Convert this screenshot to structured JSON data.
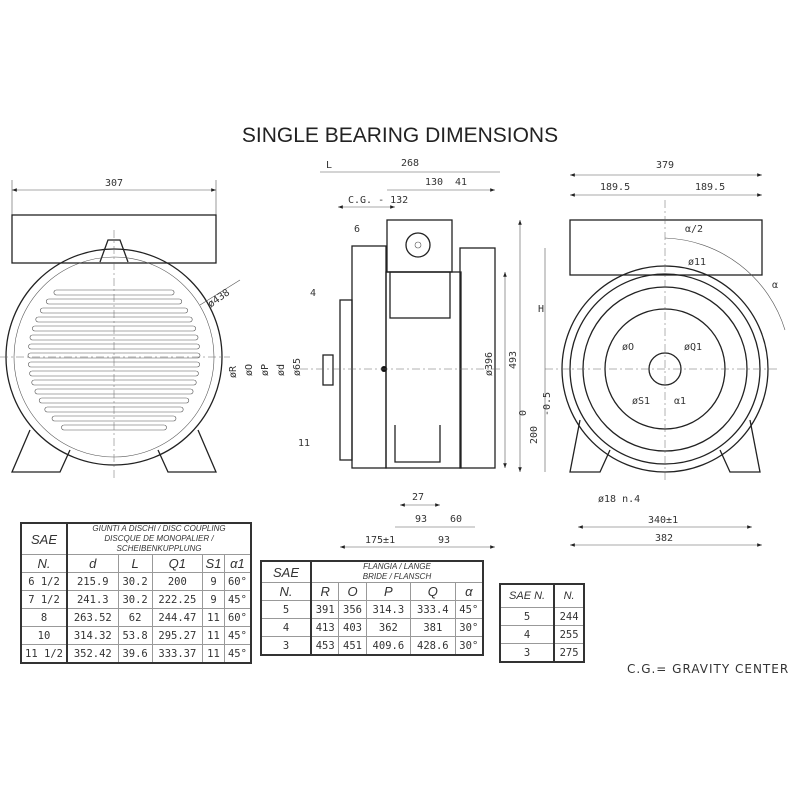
{
  "title": "SINGLE BEARING DIMENSIONS",
  "front_view": {
    "width": "307",
    "hole": "ø438",
    "labels": [
      "øR",
      "øO",
      "øP",
      "ød",
      "ø65"
    ]
  },
  "side_view": {
    "L": "L",
    "total": "268",
    "d130": "130",
    "d41": "41",
    "cg": "C.G. - 132",
    "d6": "6",
    "d4": "4",
    "d11": "11",
    "dia396": "ø396",
    "d27": "27",
    "d93a": "93",
    "d60": "60",
    "d175": "175±1",
    "d93b": "93",
    "h493": "493"
  },
  "rear_view": {
    "total": "379",
    "half_l": "189.5",
    "half_r": "189.5",
    "alpha_half": "α/2",
    "alpha": "α",
    "dia11": "ø11",
    "H": "H",
    "diaO": "øO",
    "diaQ1": "øQ1",
    "diaS1": "øS1",
    "alpha1": "α1",
    "height": "200",
    "tol_upper": "0",
    "tol_lower": "-0.5",
    "holes": "ø18 n.4",
    "d340": "340±1",
    "d382": "382"
  },
  "coupling_table": {
    "sae_header": "SAE",
    "n_header": "N.",
    "title1": "GIUNTI A DISCHI / DISC COUPLING",
    "title2": "DISCQUE DE MONOPALIER / SCHEIBENKUPPLUNG",
    "columns": [
      "d",
      "L",
      "Q1",
      "S1",
      "α1"
    ],
    "rows": [
      [
        "6  1/2",
        "215.9",
        "30.2",
        "200",
        "9",
        "60°"
      ],
      [
        "7  1/2",
        "241.3",
        "30.2",
        "222.25",
        "9",
        "45°"
      ],
      [
        "8",
        "263.52",
        "62",
        "244.47",
        "11",
        "60°"
      ],
      [
        "10",
        "314.32",
        "53.8",
        "295.27",
        "11",
        "45°"
      ],
      [
        "11  1/2",
        "352.42",
        "39.6",
        "333.37",
        "11",
        "45°"
      ]
    ]
  },
  "flange_table": {
    "sae_header": "SAE",
    "n_header": "N.",
    "title1": "FLANGIA / LANGE",
    "title2": "BRIDE / FLANSCH",
    "columns": [
      "R",
      "O",
      "P",
      "Q",
      "α"
    ],
    "rows": [
      [
        "5",
        "391",
        "356",
        "314.3",
        "333.4",
        "45°"
      ],
      [
        "4",
        "413",
        "403",
        "362",
        "381",
        "30°"
      ],
      [
        "3",
        "453",
        "451",
        "409.6",
        "428.6",
        "30°"
      ]
    ]
  },
  "n_table": {
    "columns": [
      "SAE N.",
      "N."
    ],
    "rows": [
      [
        "5",
        "244"
      ],
      [
        "4",
        "255"
      ],
      [
        "3",
        "275"
      ]
    ]
  },
  "note": "C.G.= GRAVITY CENTER"
}
